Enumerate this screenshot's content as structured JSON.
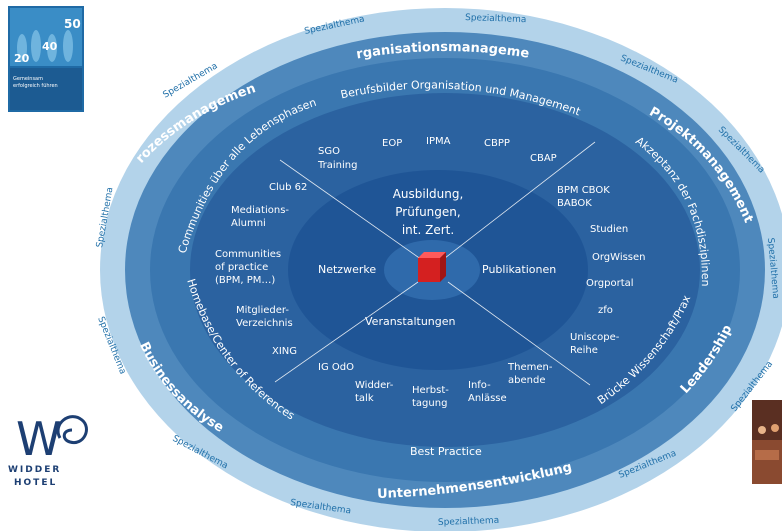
{
  "center": {
    "top": [
      "Ausbildung,",
      "Prüfungen,",
      "int. Zert."
    ],
    "left": "Netzwerke",
    "right": "Publikationen",
    "bottom": "Veranstaltungen"
  },
  "rings": {
    "top": "Organisationsmanagement",
    "left": "Prozessmanagement",
    "right": "Projektmanagement",
    "bottom_left": "Businessanalyse",
    "bottom_right": "Leadership",
    "bottom": "Unternehmensentwicklung"
  },
  "arcs": {
    "berufsbilder": "Berufsbilder Organisation und Management",
    "communities": "Communities über alle Lebensphasen",
    "akzeptanz": "Akzeptanz der Fachdisziplinen",
    "homebase": "Homebase/Center of References",
    "bruecke": "Brücke Wissenschaft/Prax"
  },
  "middle": {
    "sgo": [
      "SGO",
      "Training"
    ],
    "eop": "EOP",
    "ipma": "IPMA",
    "cbpp": "CBPP",
    "cbap": "CBAP",
    "club62": "Club 62",
    "mediations": [
      "Mediations-",
      "Alumni"
    ],
    "communities_practice": [
      "Communities",
      "of practice",
      "(BPM, PM…)"
    ],
    "mitglieder": [
      "Mitglieder-",
      "Verzeichnis"
    ],
    "xing": "XING",
    "bpmcbok": [
      "BPM CBOK",
      "BABOK"
    ],
    "studien": "Studien",
    "orgwissen": "OrgWissen",
    "orgportal": "Orgportal",
    "zfo": "zfo",
    "uniscope": [
      "Uniscope-",
      "Reihe"
    ],
    "igodo": "IG OdO",
    "widdertalk": [
      "Widder-",
      "talk"
    ],
    "herbsttagung": [
      "Herbst-",
      "tagung"
    ],
    "infoanlaesse": [
      "Info-",
      "Anlässe"
    ],
    "themenabende": [
      "Themen-",
      "abende"
    ],
    "best_practice": "Best Practice"
  },
  "spezialthema": "Spezialthema",
  "logo": {
    "name": "WIDDER",
    "sub": "HOTEL",
    "w": "W"
  },
  "book_cover": {
    "numbers": [
      "50",
      "40",
      "20"
    ],
    "title_line1": "Gemeinsam",
    "title_line2": "erfolgreich führen"
  },
  "colors": {
    "outer": "#b3d3ea",
    "ring2": "#4e88bc",
    "ring3": "#3a77b0",
    "ring4": "#2b62a0",
    "inner": "#1f5596",
    "core": "#2f6aab",
    "cube": "#d42020",
    "brand": "#1d3f73"
  }
}
